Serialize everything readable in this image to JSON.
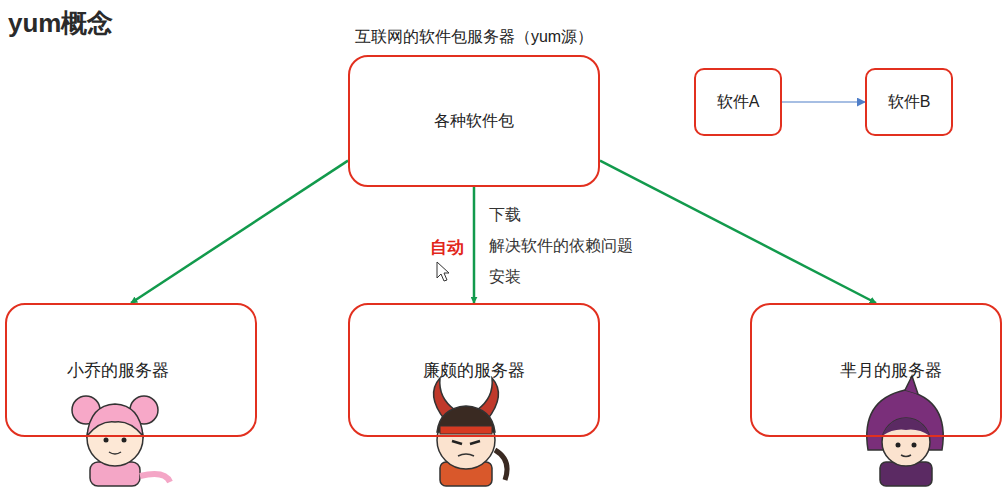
{
  "diagram": {
    "title": "yum概念",
    "nodes": [
      {
        "text": [
          "互联网的软件包服务器（yum源）",
          "各种软件包"
        ]
      },
      {
        "text": [
          "软件A"
        ]
      },
      {
        "text": [
          "软件B"
        ]
      },
      {
        "text": [
          "小乔的服务器"
        ]
      },
      {
        "text": [
          "廉颇的服务器"
        ]
      },
      {
        "text": [
          "芈月的服务器"
        ]
      }
    ],
    "edges": [
      {
        "from": 0,
        "to": 3,
        "arrow": "to"
      },
      {
        "from": 0,
        "to": 4,
        "arrow": "to"
      },
      {
        "from": 0,
        "to": 5,
        "arrow": "to"
      },
      {
        "from": 1,
        "to": 2,
        "arrow": "to"
      }
    ],
    "labels": [
      "下载",
      "自动",
      "解决软件的依赖问题",
      "安装"
    ]
  }
}
